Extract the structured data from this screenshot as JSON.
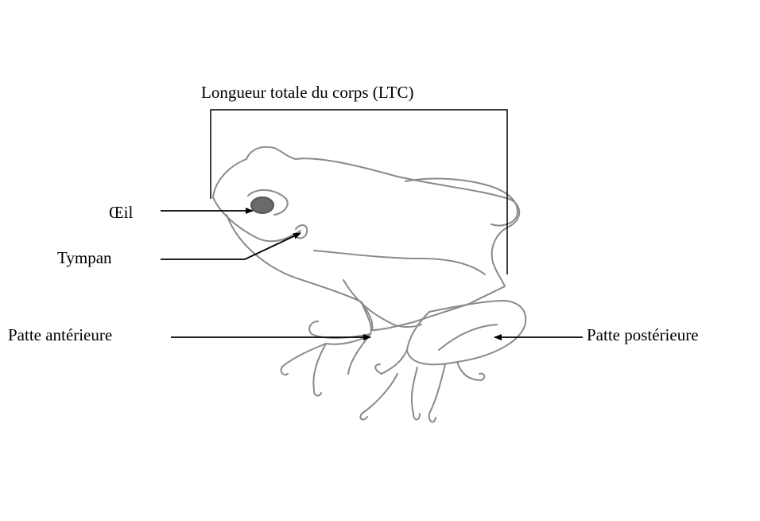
{
  "labels": {
    "length": "Longueur totale du corps (LTC)",
    "eye": "Œil",
    "tympanum": "Tympan",
    "front_leg": "Patte antérieure",
    "hind_leg": "Patte postérieure"
  },
  "colors": {
    "sketch": "#8a8a8a",
    "pointer": "#000000",
    "background": "#ffffff"
  }
}
